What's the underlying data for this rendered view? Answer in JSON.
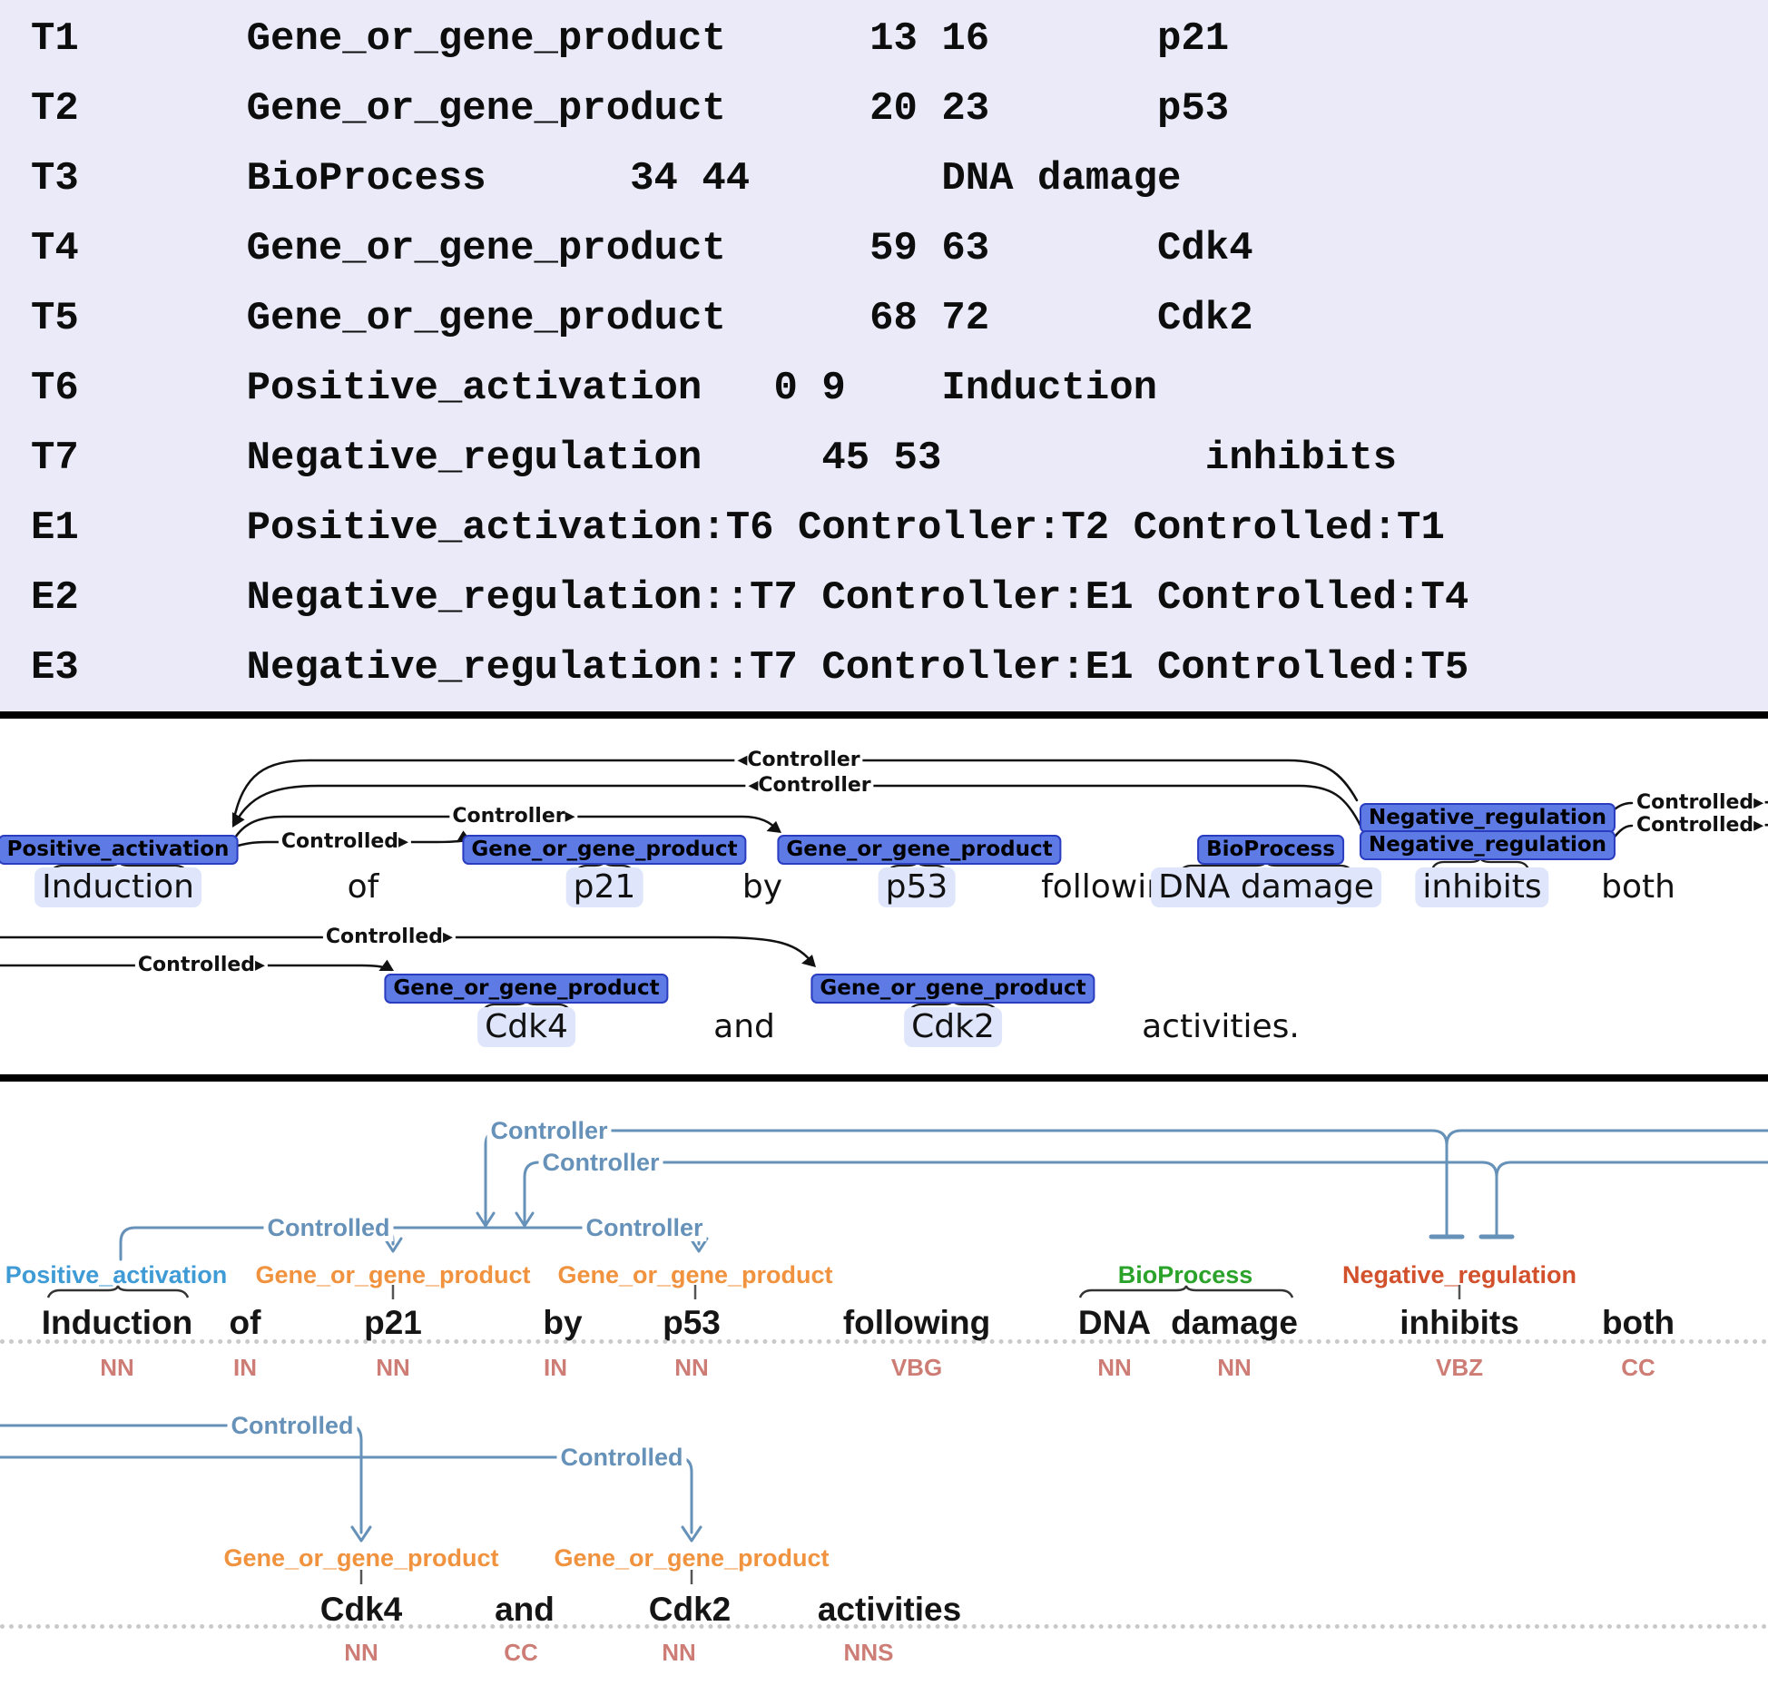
{
  "annotation_panel": {
    "lines": [
      "T1       Gene_or_gene_product      13 16       p21",
      "T2       Gene_or_gene_product      20 23       p53",
      "T3       BioProcess      34 44        DNA damage",
      "T4       Gene_or_gene_product      59 63       Cdk4",
      "T5       Gene_or_gene_product      68 72       Cdk2",
      "T6       Positive_activation   0 9    Induction",
      "T7       Negative_regulation     45 53           inhibits",
      "E1       Positive_activation:T6 Controller:T2 Controlled:T1",
      "E2       Negative_regulation::T7 Controller:E1 Controlled:T4",
      "E3       Negative_regulation::T7 Controller:E1 Controlled:T5"
    ]
  },
  "brat_panel": {
    "entity_boxes": [
      "Positive_activation",
      "Gene_or_gene_product",
      "Gene_or_gene_product",
      "BioProcess",
      "Negative_regulation",
      "Negative_regulation",
      "Gene_or_gene_product",
      "Gene_or_gene_product"
    ],
    "arc_labels": [
      "Controlled▸",
      "Controller▸",
      "◂Controller",
      "◂Controller",
      "Controlled▸→",
      "Controlled▸→",
      "Controlled▸",
      "Controlled▸"
    ],
    "tokens": [
      "Induction",
      "of",
      "p21",
      "by",
      "p53",
      "following",
      "DNA damage",
      "inhibits",
      "both",
      "Cdk4",
      "and",
      "Cdk2",
      "activities."
    ]
  },
  "dep_panel": {
    "entity_labels": [
      "Positive_activation",
      "Gene_or_gene_product",
      "Gene_or_gene_product",
      "BioProcess",
      "Negative_regulation",
      "Gene_or_gene_product",
      "Gene_or_gene_product"
    ],
    "arc_labels": [
      "Controller",
      "Controller",
      "Controlled",
      "Controller",
      "Controlled",
      "Controlled"
    ],
    "tokens": [
      "Induction",
      "of",
      "p21",
      "by",
      "p53",
      "following",
      "DNA",
      "damage",
      "inhibits",
      "both",
      "Cdk4",
      "and",
      "Cdk2",
      "activities"
    ],
    "pos_tags": [
      "NN",
      "IN",
      "NN",
      "IN",
      "NN",
      "VBG",
      "NN",
      "NN",
      "VBZ",
      "CC",
      "NN",
      "CC",
      "NN",
      "NNS"
    ]
  },
  "colors": {
    "annotation_bg": "#eaeaf9",
    "entity_box_fill": "#5d7ae5",
    "entity_box_border": "#2a3dc0",
    "token_highlight": "#dfe6fb",
    "brat_arc": "#111111",
    "dep_arc": "#6691b8",
    "dep_positive_activation": "#3f9bd5",
    "dep_gene_or_gene_product": "#f0923e",
    "dep_bioprocess": "#2ba32b",
    "dep_negative_regulation": "#d2512c",
    "dep_pos_tag": "#cd7d75"
  }
}
